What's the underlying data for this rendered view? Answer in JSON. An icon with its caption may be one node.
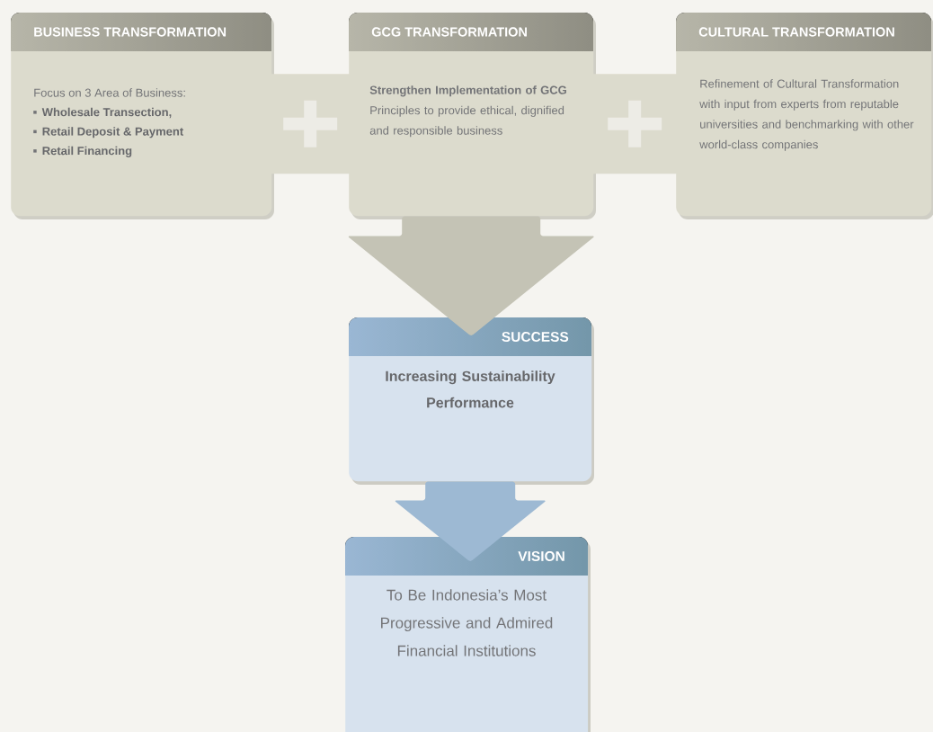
{
  "diagram": {
    "nodes": [
      {
        "text": [
          "BUSINESS TRANSFORMATION",
          "Focus on 3 Area of Business:",
          "Wholesale Transection,",
          "Retail Deposit & Payment",
          "Retail Financing"
        ]
      },
      {
        "text": [
          "GCG TRANSFORMATION",
          "**Strengthen Implementation of GCG** Principles to provide ethical, dignified and responsible business"
        ]
      },
      {
        "text": [
          "CULTURAL TRANSFORMATION",
          "Refinement of Cultural Transformation with input from experts from reputable universities and benchmarking with other world-class companies"
        ]
      },
      {
        "text": [
          "SUCCESS",
          "Increasing Sustainability Performance"
        ]
      },
      {
        "text": [
          "VISION",
          "To Be Indonesia’s Most Progressive and Admired Financial Institutions"
        ]
      }
    ],
    "edges": [
      {
        "from": 0,
        "to": 1,
        "arrow": "none"
      },
      {
        "from": 1,
        "to": 2,
        "arrow": "none"
      },
      {
        "from": 1,
        "to": 3,
        "arrow": "to"
      },
      {
        "from": 3,
        "to": 4,
        "arrow": "to"
      }
    ]
  }
}
